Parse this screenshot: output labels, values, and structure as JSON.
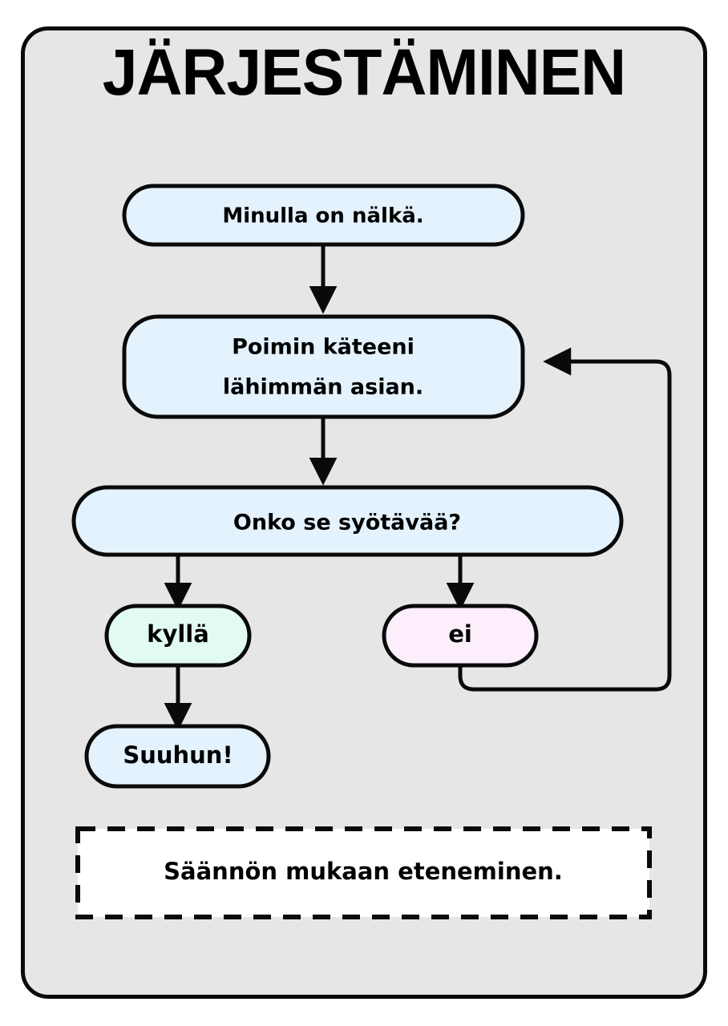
{
  "poster": {
    "title": "JÄRJESTÄMINEN",
    "card_bg": "#e6e6e6",
    "page_bg": "#ffffff",
    "border_color": "#0a0a0a"
  },
  "palette": {
    "blue": "#e3f2fd",
    "green": "#e2fbf0",
    "pink": "#fceefb",
    "white": "#ffffff",
    "stroke": "#0a0a0a"
  },
  "chart_data": {
    "type": "diagram",
    "title": "JÄRJESTÄMINEN",
    "nodes": [
      {
        "id": "start",
        "label": "Minulla on nälkä.",
        "shape": "pill",
        "fill": "#e3f2fd"
      },
      {
        "id": "pick",
        "label_line1": "Poimin käteeni",
        "label_line2": "lähimmän asian.",
        "shape": "pill",
        "fill": "#e3f2fd"
      },
      {
        "id": "decision",
        "label": "Onko se syötävää?",
        "shape": "pill",
        "fill": "#e3f2fd"
      },
      {
        "id": "yes",
        "label": "kyllä",
        "shape": "pill",
        "fill": "#e2fbf0"
      },
      {
        "id": "no",
        "label": "ei",
        "shape": "pill",
        "fill": "#fceefb"
      },
      {
        "id": "eat",
        "label": "Suuhun!",
        "shape": "pill",
        "fill": "#e3f2fd"
      },
      {
        "id": "note",
        "label": "Säännön mukaan eteneminen.",
        "shape": "dashed-rect",
        "fill": "#ffffff"
      }
    ],
    "edges": [
      {
        "from": "start",
        "to": "pick",
        "label": ""
      },
      {
        "from": "pick",
        "to": "decision",
        "label": ""
      },
      {
        "from": "decision",
        "to": "yes",
        "label": ""
      },
      {
        "from": "decision",
        "to": "no",
        "label": ""
      },
      {
        "from": "yes",
        "to": "eat",
        "label": ""
      },
      {
        "from": "no",
        "to": "pick",
        "label": "",
        "style": "loop-back-right"
      }
    ]
  }
}
